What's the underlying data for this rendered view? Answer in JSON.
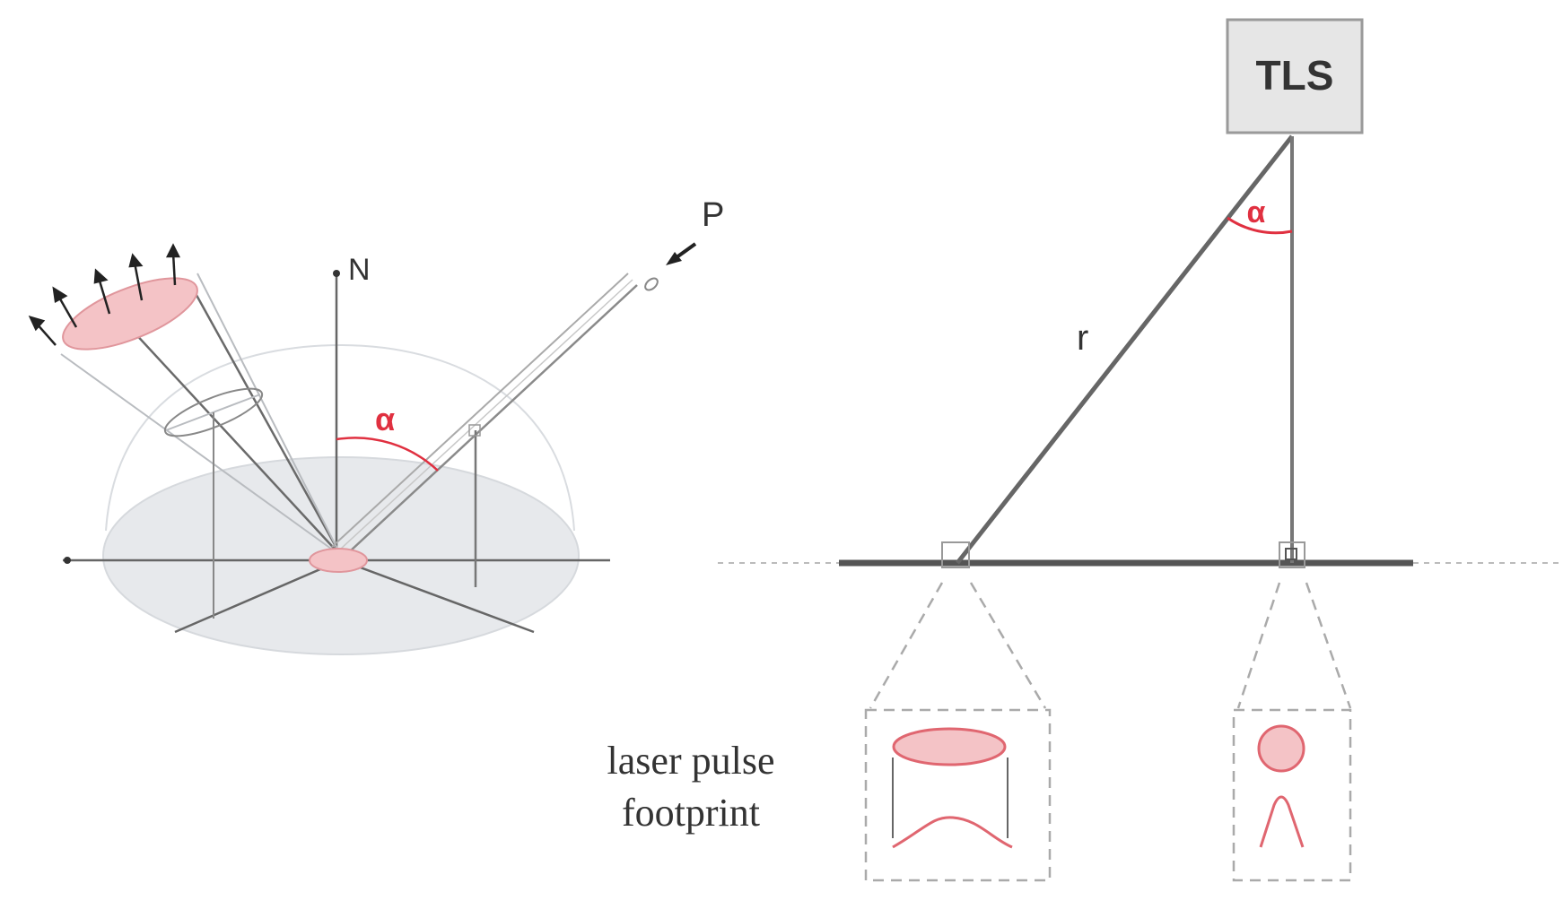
{
  "labels": {
    "normal": "N",
    "pulse": "P",
    "alpha_left": "α",
    "alpha_right": "α",
    "scanner": "TLS",
    "range": "r",
    "caption_line1": "laser pulse",
    "caption_line2": "footprint"
  },
  "colors": {
    "footprint_fill": "#f4c3c6",
    "footprint_stroke": "#e06670",
    "angle": "#e03040",
    "line": "#666666",
    "hemisphere_fill": "#e7e9ec"
  }
}
